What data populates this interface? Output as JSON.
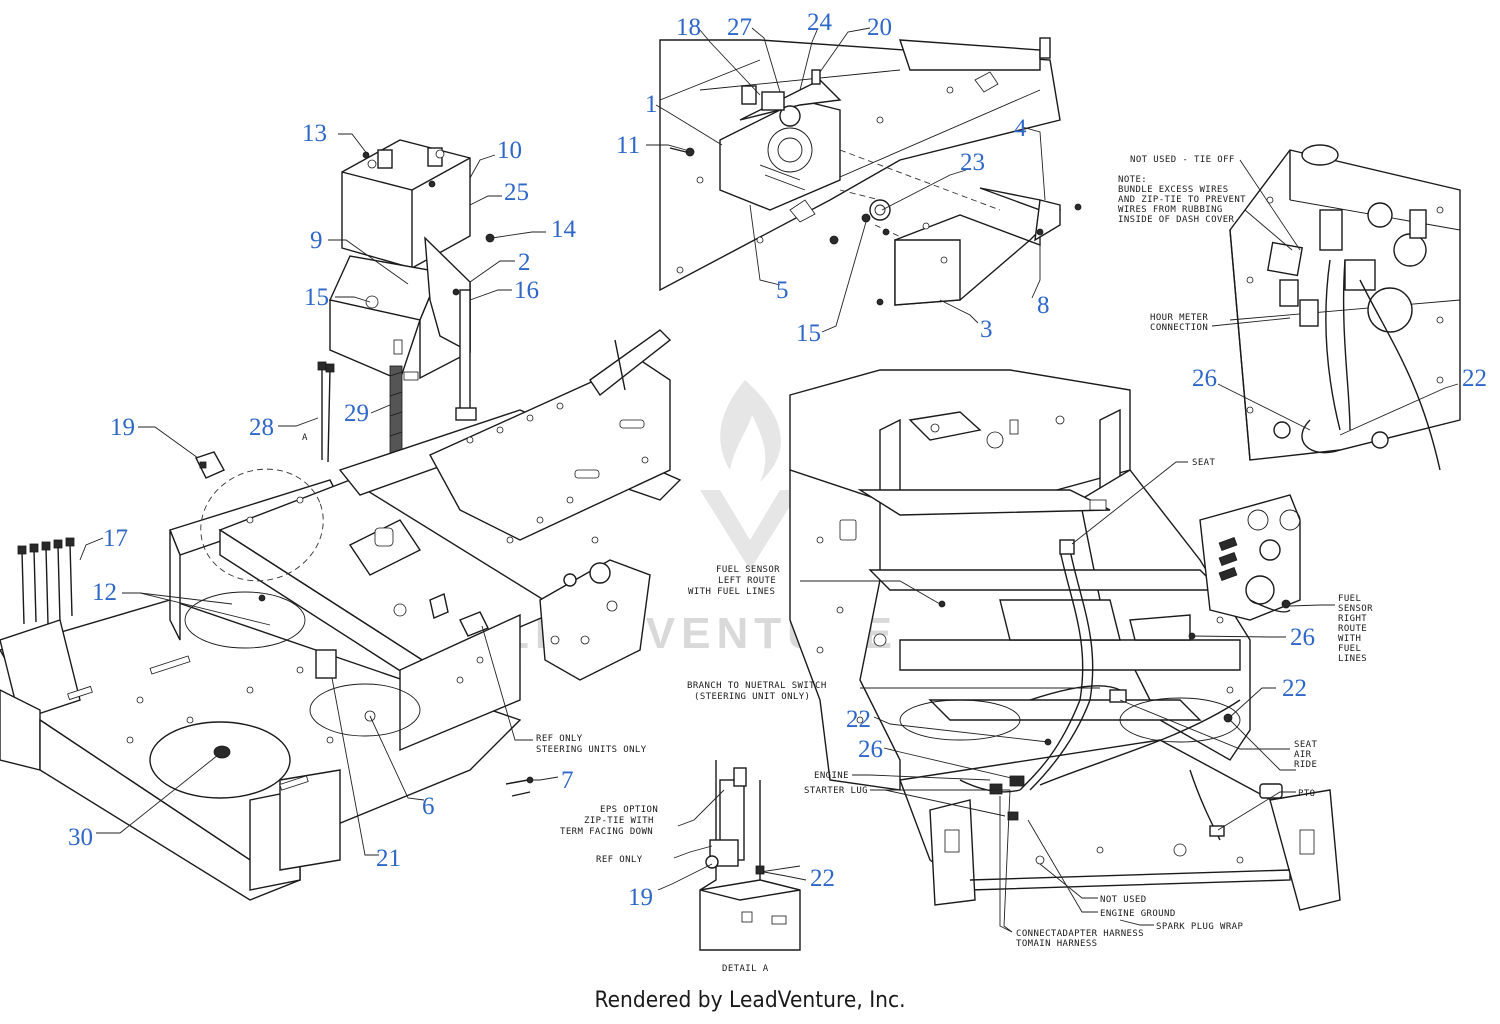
{
  "watermark": "LEADVENTURE",
  "footer": "Rendered by LeadVenture, Inc.",
  "callouts": {
    "c1": "1",
    "c2": "2",
    "c3": "3",
    "c4": "4",
    "c5": "5",
    "c6": "6",
    "c7": "7",
    "c8": "8",
    "c9": "9",
    "c10": "10",
    "c11": "11",
    "c12": "12",
    "c13": "13",
    "c14": "14",
    "c15a": "15",
    "c15b": "15",
    "c16": "16",
    "c17": "17",
    "c18": "18",
    "c19a": "19",
    "c19b": "19",
    "c20": "20",
    "c21": "21",
    "c22a": "22",
    "c22b": "22",
    "c22c": "22",
    "c22d": "22",
    "c23": "23",
    "c24": "24",
    "c25": "25",
    "c26a": "26",
    "c26b": "26",
    "c26c": "26",
    "c27": "27",
    "c28": "28",
    "c29": "29",
    "c30": "30"
  },
  "notes": {
    "detail_label": "A",
    "ref_only_steering_1": "REF ONLY",
    "ref_only_steering_2": "STEERING UNITS ONLY",
    "eps_1": "EPS OPTION",
    "eps_2": "ZIP-TIE WITH",
    "eps_3": "TERM FACING DOWN",
    "ref_only": "REF ONLY",
    "detail_a": "DETAIL A",
    "not_used_tie_off": "NOT USED - TIE OFF",
    "note_1": "NOTE:",
    "note_2": "BUNDLE EXCESS WIRES",
    "note_3": "AND ZIP-TIE TO PREVENT",
    "note_4": "WIRES FROM RUBBING",
    "note_5": "INSIDE OF DASH COVER",
    "hour_meter_1": "HOUR METER",
    "hour_meter_2": "CONNECTION",
    "seat": "SEAT",
    "fuel_left_1": "FUEL SENSOR",
    "fuel_left_2": "LEFT ROUTE",
    "fuel_left_3": "WITH FUEL LINES",
    "fuel_right_1": "FUEL",
    "fuel_right_2": "SENSOR",
    "fuel_right_3": "RIGHT",
    "fuel_right_4": "ROUTE",
    "fuel_right_5": "WITH",
    "fuel_right_6": "FUEL",
    "fuel_right_7": "LINES",
    "branch_1": "BRANCH TO NUETRAL SWITCH",
    "branch_2": "(STEERING UNIT ONLY)",
    "seat_air_1": "SEAT",
    "seat_air_2": "AIR",
    "seat_air_3": "RIDE",
    "pto": "PTO",
    "engine": "ENGINE",
    "starter_lug": "STARTER LUG",
    "not_used": "NOT USED",
    "engine_ground": "ENGINE GROUND",
    "spark_plug": "SPARK PLUG WRAP",
    "adapter_1": "CONNECTADAPTER HARNESS",
    "adapter_2": "TOMAIN HARNESS"
  }
}
